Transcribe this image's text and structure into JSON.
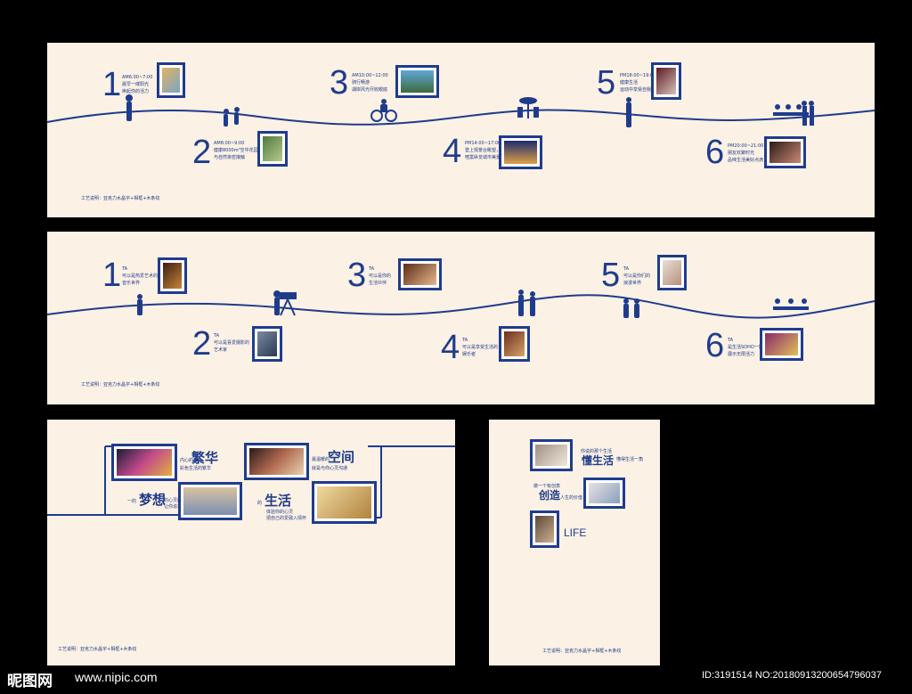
{
  "panel1": {
    "items": [
      {
        "num": "1",
        "cap": "AM6:00~7:00\n晨早一缕阳光\n唤起你的活力"
      },
      {
        "num": "2",
        "cap": "AM8:00~9:00\n健康8000m²空中花园\n与自然亲密接触"
      },
      {
        "num": "3",
        "cap": "AM10:00~12:00\n骑行畅游\n湖岸风光尽收眼底"
      },
      {
        "num": "4",
        "cap": "PM14:00~17:00\n登上观景台眺望，远离\n喧嚣纵览城市美景"
      },
      {
        "num": "5",
        "cap": "PM18:00~19:00\n健康生活\n运动中享受自我"
      },
      {
        "num": "6",
        "cap": "PM20:00~21:00\n朋友欢聚时光\n品味生活美好点滴"
      }
    ],
    "note": "工艺说明：亚克力水晶字+相框+木条纹"
  },
  "panel2": {
    "items": [
      {
        "num": "1",
        "cap": "TA\n可以是热爱艺术的\n音乐世界"
      },
      {
        "num": "2",
        "cap": "TA\n可以是喜爱摄影的\n艺术家"
      },
      {
        "num": "3",
        "cap": "TA\n可以是你的\n生活伙伴"
      },
      {
        "num": "4",
        "cap": "TA\n可以是享受生活的\n娱乐者"
      },
      {
        "num": "5",
        "cap": "TA\n可以是你们的\n浪漫世界"
      },
      {
        "num": "6",
        "cap": "TA\n是生活SOHO一族\n展示无限活力"
      }
    ],
    "note": "工艺说明：亚克力水晶字+相框+木条纹"
  },
  "panel3": {
    "fanhua_pre": "内心的",
    "fanhua": "繁华",
    "fanhua_sub": "彩色生活的繁华",
    "kongjian_pre": "最温暖的",
    "kongjian": "空间",
    "kongjian_sub": "就是与你心灵沟通",
    "mengxiang_pre": "一的",
    "mengxiang": "梦想",
    "mengxiang_sub": "的心灵的指引\n让你追求更丰富",
    "shenghuo_pre": "的",
    "shenghuo": "生活",
    "shenghuo_sub": "体验你的心灵\n把自己的爱融入情怀",
    "note": "工艺说明：亚克力水晶字+相框+木条纹"
  },
  "panel4": {
    "dong_pre": "你说的那个生活",
    "dong": "懂生活",
    "dong_sub": "懂得生活一角",
    "chuang_pre": "做一个有创意",
    "chuang": "创造",
    "chuang_sub": "人生的价值",
    "life": "LIFE",
    "note": "工艺说明：亚克力水晶字+相框+木条纹"
  },
  "watermark": {
    "logo": "昵图网",
    "site": "www.nipic.com",
    "id": "ID:3191514 NO:20180913200654796037"
  },
  "colors": {
    "accent": "#1f3c8c",
    "panel": "#fbf1e4"
  }
}
